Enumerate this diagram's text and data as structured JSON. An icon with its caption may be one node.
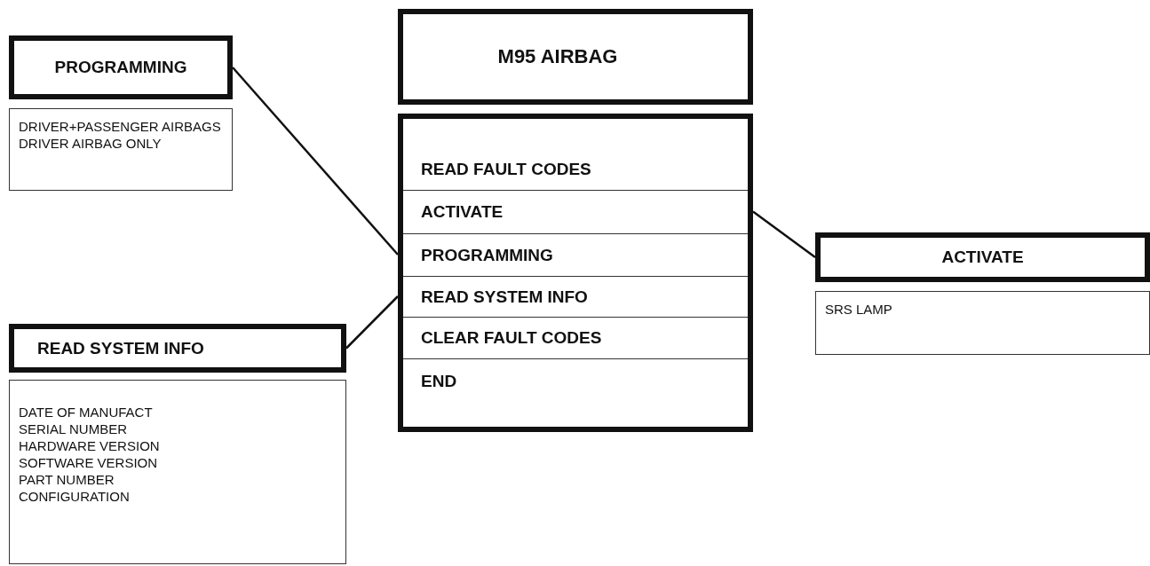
{
  "diagram": {
    "nodes": [
      {
        "text": [
          "PROGRAMMING"
        ]
      },
      {
        "text": [
          "DRIVER+PASSENGER AIRBAGS",
          "DRIVER AIRBAG ONLY"
        ]
      },
      {
        "text": [
          "M95 AIRBAG"
        ]
      },
      {
        "text": [],
        "shape": "box"
      },
      {
        "text": [
          "READ FAULT CODES"
        ],
        "in": 3
      },
      {
        "text": [
          "ACTIVATE"
        ],
        "in": 3
      },
      {
        "text": [
          "PROGRAMMING"
        ],
        "in": 3
      },
      {
        "text": [
          "READ SYSTEM INFO"
        ],
        "in": 3
      },
      {
        "text": [
          "CLEAR FAULT CODES"
        ],
        "in": 3
      },
      {
        "text": [
          "END"
        ],
        "in": 3
      },
      {
        "text": [
          "ACTIVATE"
        ]
      },
      {
        "text": [
          "SRS LAMP"
        ]
      },
      {
        "text": [
          "READ SYSTEM INFO"
        ]
      },
      {
        "text": [
          "DATE OF MANUFACT",
          "SERIAL NUMBER",
          "HARDWARE VERSION",
          "SOFTWARE VERSION",
          "PART NUMBER",
          "CONFIGURATION"
        ]
      }
    ],
    "edges": [
      {
        "from": 0,
        "to": 6,
        "arrow": "none"
      },
      {
        "from": 5,
        "to": 10,
        "arrow": "none"
      },
      {
        "from": 12,
        "to": 7,
        "arrow": "none"
      }
    ]
  }
}
